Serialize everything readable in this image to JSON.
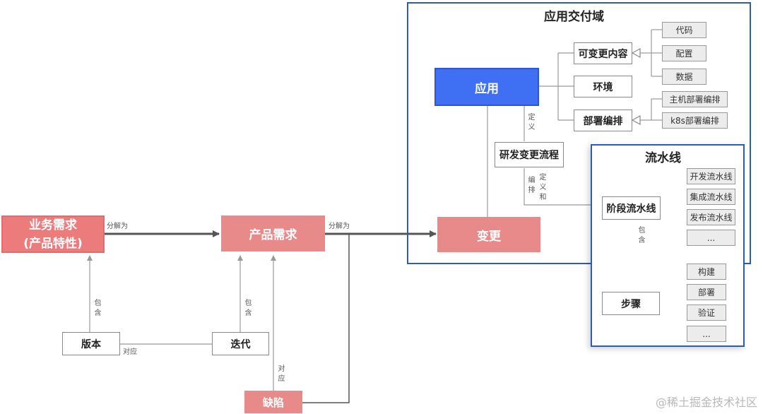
{
  "app_domain": {
    "title": "应用交付域",
    "app": "应用",
    "mutable_content": "可变更内容",
    "environment": "环境",
    "deploy_orch": "部署编排",
    "code": "代码",
    "config": "配置",
    "data": "数据",
    "host_deploy": "主机部署编排",
    "k8s_deploy": "k8s部署编排",
    "rd_change_flow": "研发变更流程",
    "change": "变更"
  },
  "pipeline": {
    "title": "流水线",
    "stage_pipeline": "阶段流水线",
    "dev_pipeline": "开发流水线",
    "integ_pipeline": "集成流水线",
    "release_pipeline": "发布流水线",
    "more1": "...",
    "step": "步骤",
    "build": "构建",
    "deploy": "部署",
    "verify": "验证",
    "more2": "..."
  },
  "left": {
    "biz_req_line1": "业务需求",
    "biz_req_line2": "(产品特性)",
    "product_req": "产品需求",
    "version": "版本",
    "iteration": "迭代",
    "defect": "缺陷"
  },
  "edge_labels": {
    "decompose1": "分解为",
    "decompose2": "分解为",
    "contain1": "包含",
    "contain2": "包含",
    "contain3": "包含",
    "correspond1": "对应",
    "correspond2": "对应",
    "define": "定义",
    "orchestrate": "编排",
    "define_and": "定义和"
  },
  "watermark": "@稀土掘金技术社区"
}
